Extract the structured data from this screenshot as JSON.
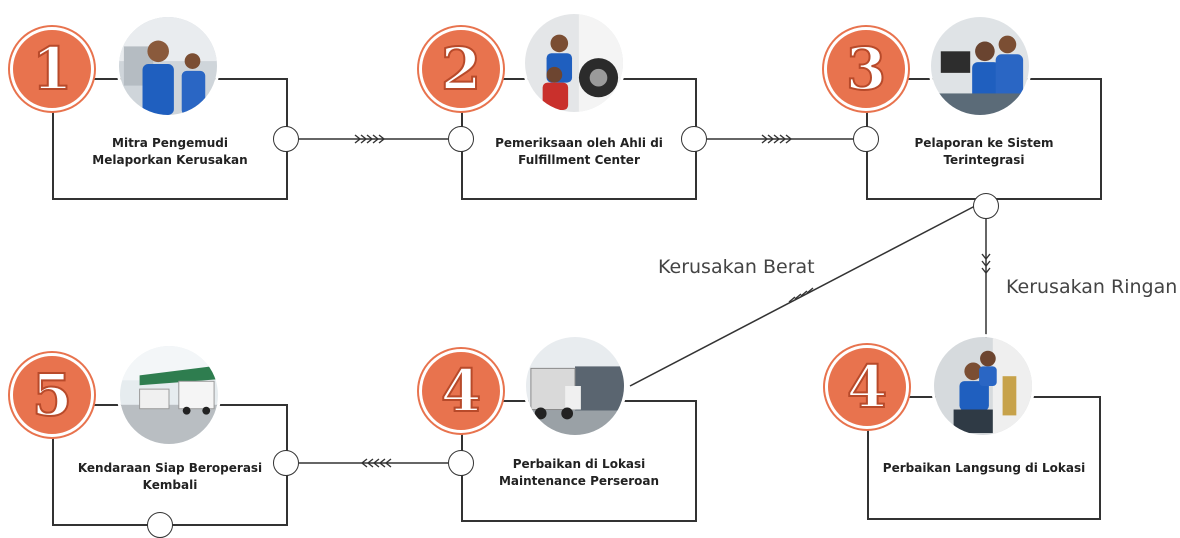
{
  "steps": [
    {
      "number": "1",
      "label": "Mitra Pengemudi Melaporkan Kerusakan",
      "photo_icon": "driver-photo"
    },
    {
      "number": "2",
      "label": "Pemeriksaan oleh Ahli di Fulfillment Center",
      "photo_icon": "inspection-photo"
    },
    {
      "number": "3",
      "label": "Pelaporan ke Sistem Terintegrasi",
      "photo_icon": "computer-reporting-photo"
    },
    {
      "number": "4",
      "label": "Perbaikan Langsung di Lokasi",
      "photo_icon": "onsite-repair-photo"
    },
    {
      "number": "4",
      "label": "Perbaikan di Lokasi Maintenance Perseroan",
      "photo_icon": "maintenance-location-photo"
    },
    {
      "number": "5",
      "label": "Kendaraan Siap Beroperasi Kembali",
      "photo_icon": "trucks-ready-photo"
    }
  ],
  "branches": {
    "heavy": "Kerusakan Berat",
    "light": "Kerusakan Ringan"
  },
  "colors": {
    "badge": "#e8734e",
    "line": "#333333",
    "text": "#222222"
  }
}
